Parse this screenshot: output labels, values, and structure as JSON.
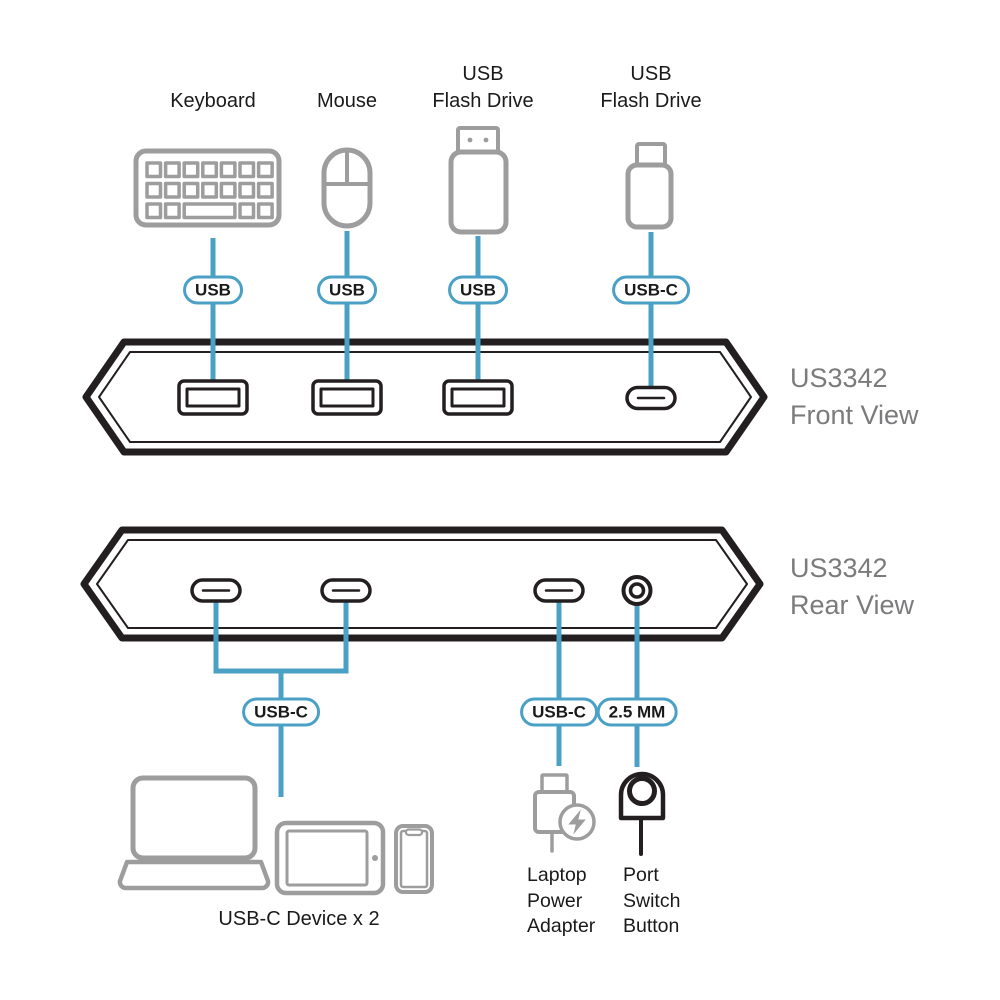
{
  "colors": {
    "accent": "#4aa1c5",
    "icon_gray": "#9d9d9d",
    "outline": "#231f20",
    "label_gray": "#7b7b7d",
    "text": "#1a1a1a"
  },
  "top_devices": [
    {
      "label": "Keyboard",
      "badge": "USB"
    },
    {
      "label": "Mouse",
      "badge": "USB"
    },
    {
      "label": "USB\nFlash Drive",
      "badge": "USB"
    },
    {
      "label": "USB\nFlash Drive",
      "badge": "USB-C"
    }
  ],
  "front_view": {
    "label": "US3342\nFront View"
  },
  "rear_view": {
    "label": "US3342\nRear View"
  },
  "bottom_connections": {
    "usb_c_devices": {
      "badge": "USB-C",
      "label": "USB-C Device x 2"
    },
    "power": {
      "badge": "USB-C",
      "label": "Laptop\nPower\nAdapter"
    },
    "port_switch": {
      "badge": "2.5 MM",
      "label": "Port\nSwitch\nButton"
    }
  }
}
